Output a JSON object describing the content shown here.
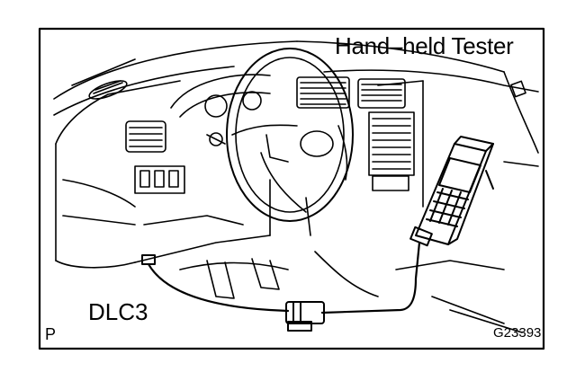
{
  "labels": {
    "title": "Hand–held Tester",
    "connector": "DLC3",
    "figure_code": "G23393",
    "corner_mark": "P"
  },
  "colors": {
    "line": "#000000",
    "background": "#ffffff"
  }
}
